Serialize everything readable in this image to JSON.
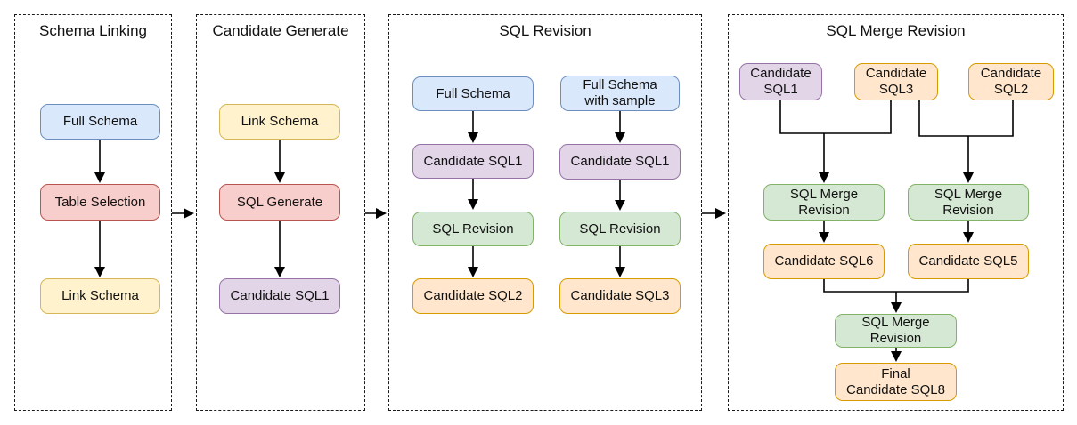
{
  "diagram_type": "flowchart",
  "colors": {
    "blue": {
      "fill": "#dae8fc",
      "border": "#6c8ebf"
    },
    "red": {
      "fill": "#f8cecc",
      "border": "#b85450"
    },
    "yellow": {
      "fill": "#fff2cc",
      "border": "#d6b656"
    },
    "purple": {
      "fill": "#e1d5e7",
      "border": "#9673a6"
    },
    "green": {
      "fill": "#d5e8d4",
      "border": "#82b366"
    },
    "orange": {
      "fill": "#ffe6cc",
      "border": "#d79b00"
    },
    "line": "#000000",
    "panel_border": "#1a1a1a",
    "background": "#ffffff",
    "text": "#111111"
  },
  "panels": [
    {
      "id": "schema-linking",
      "title": "Schema Linking"
    },
    {
      "id": "candidate-generate",
      "title": "Candidate Generate"
    },
    {
      "id": "sql-revision",
      "title": "SQL Revision"
    },
    {
      "id": "sql-merge-revision",
      "title": "SQL Merge Revision"
    }
  ],
  "nodes": {
    "p1_full_schema": {
      "label": "Full Schema",
      "color": "blue"
    },
    "p1_table_selection": {
      "label": "Table Selection",
      "color": "red"
    },
    "p1_link_schema": {
      "label": "Link Schema",
      "color": "yellow"
    },
    "p2_link_schema": {
      "label": "Link Schema",
      "color": "yellow"
    },
    "p2_sql_generate": {
      "label": "SQL Generate",
      "color": "red"
    },
    "p2_candidate_sql1": {
      "label": "Candidate SQL1",
      "color": "purple"
    },
    "p3a_full_schema": {
      "label": "Full Schema",
      "color": "blue"
    },
    "p3a_candidate_sql1": {
      "label": "Candidate SQL1",
      "color": "purple"
    },
    "p3a_sql_revision": {
      "label": "SQL Revision",
      "color": "green"
    },
    "p3a_candidate_sql2": {
      "label": "Candidate SQL2",
      "color": "orange"
    },
    "p3b_full_schema_sample": {
      "label": "Full Schema\nwith sample",
      "color": "blue"
    },
    "p3b_candidate_sql1": {
      "label": "Candidate SQL1",
      "color": "purple"
    },
    "p3b_sql_revision": {
      "label": "SQL Revision",
      "color": "green"
    },
    "p3b_candidate_sql3": {
      "label": "Candidate SQL3",
      "color": "orange"
    },
    "p4_candidate_sql1": {
      "label": "Candidate\nSQL1",
      "color": "purple"
    },
    "p4_candidate_sql3": {
      "label": "Candidate\nSQL3",
      "color": "orange"
    },
    "p4_candidate_sql2": {
      "label": "Candidate\nSQL2",
      "color": "orange"
    },
    "p4_merge_left": {
      "label": "SQL Merge\nRevision",
      "color": "green"
    },
    "p4_merge_right": {
      "label": "SQL Merge\nRevision",
      "color": "green"
    },
    "p4_candidate_sql6": {
      "label": "Candidate SQL6",
      "color": "orange"
    },
    "p4_candidate_sql5": {
      "label": "Candidate SQL5",
      "color": "orange"
    },
    "p4_merge_final": {
      "label": "SQL Merge\nRevision",
      "color": "green"
    },
    "p4_final_sql8": {
      "label": "Final\nCandidate SQL8",
      "color": "orange"
    }
  },
  "edges": [
    {
      "from": "p1_full_schema",
      "to": "p1_table_selection"
    },
    {
      "from": "p1_table_selection",
      "to": "p1_link_schema"
    },
    {
      "from": "panel:schema-linking",
      "to": "panel:candidate-generate"
    },
    {
      "from": "p2_link_schema",
      "to": "p2_sql_generate"
    },
    {
      "from": "p2_sql_generate",
      "to": "p2_candidate_sql1"
    },
    {
      "from": "panel:candidate-generate",
      "to": "panel:sql-revision"
    },
    {
      "from": "p3a_full_schema",
      "to": "p3a_candidate_sql1"
    },
    {
      "from": "p3a_candidate_sql1",
      "to": "p3a_sql_revision"
    },
    {
      "from": "p3a_sql_revision",
      "to": "p3a_candidate_sql2"
    },
    {
      "from": "p3b_full_schema_sample",
      "to": "p3b_candidate_sql1"
    },
    {
      "from": "p3b_candidate_sql1",
      "to": "p3b_sql_revision"
    },
    {
      "from": "p3b_sql_revision",
      "to": "p3b_candidate_sql3"
    },
    {
      "from": "panel:sql-revision",
      "to": "panel:sql-merge-revision"
    },
    {
      "from": "p4_candidate_sql1",
      "to": "p4_merge_left"
    },
    {
      "from": "p4_candidate_sql3",
      "to": "p4_merge_left"
    },
    {
      "from": "p4_candidate_sql3",
      "to": "p4_merge_right"
    },
    {
      "from": "p4_candidate_sql2",
      "to": "p4_merge_right"
    },
    {
      "from": "p4_merge_left",
      "to": "p4_candidate_sql6"
    },
    {
      "from": "p4_merge_right",
      "to": "p4_candidate_sql5"
    },
    {
      "from": "p4_candidate_sql6",
      "to": "p4_merge_final"
    },
    {
      "from": "p4_candidate_sql5",
      "to": "p4_merge_final"
    },
    {
      "from": "p4_merge_final",
      "to": "p4_final_sql8"
    }
  ]
}
